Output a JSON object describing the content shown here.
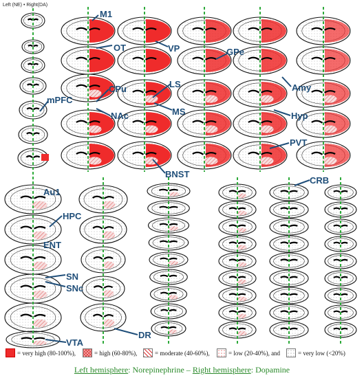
{
  "corner_label": "Left (NE) • Right(DA)",
  "labels": {
    "M1": "M1",
    "OT": "OT",
    "VP": "VP",
    "GPe": "GPe",
    "CPu": "CPu",
    "LS": "LS",
    "mPFC": "mPFC",
    "NAc": "NAc",
    "MS": "MS",
    "Amy": "Amy",
    "Hyp": "Hyp",
    "PVT": "PVT",
    "BNST": "BNST",
    "Au1": "Au1",
    "HPC": "HPC",
    "ENT": "ENT",
    "SN": "SN",
    "SNc": "SNc",
    "DR": "DR",
    "VTA": "VTA",
    "CRB": "CRB"
  },
  "legend": {
    "very_high": "= very high (80-100%),",
    "high": "= high (60-80%),",
    "moderate": "= moderate (40-60%),",
    "low": "= low (20-40%), and",
    "very_low": "= very low (<20%)"
  },
  "caption": {
    "left_u": "Left hemisphere",
    "left_rest": ": Norepinephrine – ",
    "right_u": "Right hemisphere",
    "right_rest": ": Dopamine"
  },
  "colors": {
    "very_high": "#ef2b2b",
    "midline": "#2eaa3a",
    "label": "#1f4e79"
  }
}
